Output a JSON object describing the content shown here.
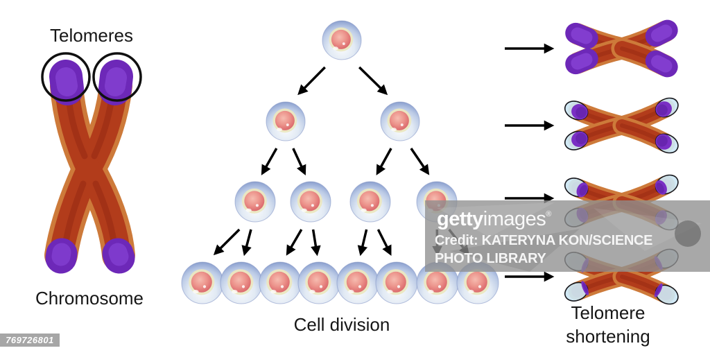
{
  "labels": {
    "telomeres": "Telomeres",
    "chromosome": "Chromosome",
    "cell_division": "Cell division",
    "telomere_shortening_line1": "Telomere",
    "telomere_shortening_line2": "shortening"
  },
  "watermark": {
    "brand_bold": "getty",
    "brand_regular": "images",
    "registered_mark": "®",
    "credit_line1": "Credit: KATERYNA KON/SCIENCE",
    "credit_line2": "PHOTO LIBRARY",
    "image_id": "769726801"
  },
  "diagram": {
    "type": "diagram",
    "cell_division_tree": {
      "generations": [
        1,
        2,
        4,
        8
      ]
    },
    "telomere_stages": [
      {
        "stage": 1,
        "telomere_fraction": 1.0
      },
      {
        "stage": 2,
        "telomere_fraction": 0.7
      },
      {
        "stage": 3,
        "telomere_fraction": 0.45
      },
      {
        "stage": 4,
        "telomere_fraction": 0.2
      }
    ],
    "colors": {
      "chromosome_body": "#b23c1b",
      "chromosome_edge": "#cd7a3a",
      "chromosome_core": "#8e2210",
      "telomere_purple": "#6d28b8",
      "telomere_purple_light": "#8b46d8",
      "telomere_depleted": "#cde7f4",
      "cell_rim": "#7d90c2",
      "nucleus_ring": "#ebe7c0",
      "nucleus": "#e08080",
      "arrow": "#000000",
      "watermark_gray": "#8f8f8f",
      "id_bar_gray": "#9a9a9a"
    }
  }
}
